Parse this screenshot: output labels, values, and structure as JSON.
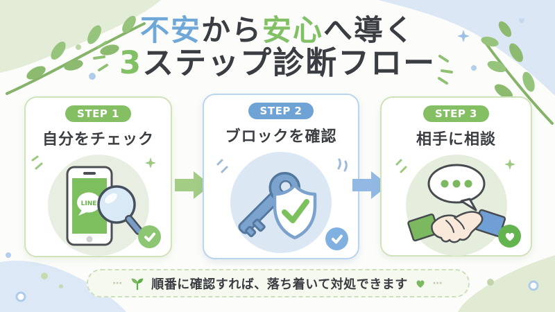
{
  "header": {
    "line1": {
      "seg1": "不安",
      "seg2": "から",
      "seg3": "安心",
      "seg4": "へ導く"
    },
    "line2": {
      "seg1": "3",
      "seg2": "ステップ診断フロー"
    }
  },
  "steps": [
    {
      "badge": "STEP 1",
      "title": "自分をチェック",
      "theme": "green",
      "illustration": "smartphone-line-magnifier",
      "corner_icon": "check"
    },
    {
      "badge": "STEP 2",
      "title": "ブロックを確認",
      "theme": "blue",
      "illustration": "key-shield-check",
      "corner_icon": "check"
    },
    {
      "badge": "STEP 3",
      "title": "相手に相談",
      "theme": "green",
      "illustration": "speech-bubble-handshake",
      "corner_icon": "heart"
    }
  ],
  "phone": {
    "app_label": "LINE"
  },
  "footer": {
    "message": "順番に確認すれば、落ち着いて対処できます",
    "side_dots": "⋯",
    "left_icon": "sprout-icon",
    "right_icon": "heart-icon"
  },
  "colors": {
    "title_blue": "#6fa8d8",
    "title_green": "#82c066",
    "text_dark": "#3a3d41",
    "step_green": "#84bf63",
    "step_blue": "#6fa3d6",
    "arrow_green": "#a3cc85",
    "arrow_blue": "#92b9e3",
    "blob_green": "#e2ecd6",
    "blob_blue": "#dbe7f4",
    "check_green_badge": "#8cc673",
    "check_blue_badge": "#7fb0df",
    "heart_badge": "#63b44e"
  }
}
